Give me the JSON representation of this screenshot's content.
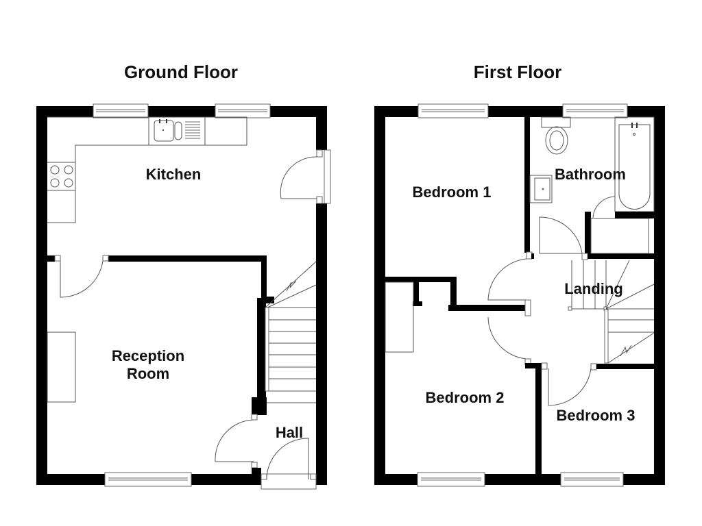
{
  "floors": [
    {
      "title": "Ground Floor",
      "rooms": [
        {
          "name": "Kitchen"
        },
        {
          "name": "Reception",
          "line2": "Room"
        },
        {
          "name": "Hall"
        }
      ]
    },
    {
      "title": "First Floor",
      "rooms": [
        {
          "name": "Bedroom 1"
        },
        {
          "name": "Bathroom"
        },
        {
          "name": "Landing"
        },
        {
          "name": "Bedroom 2"
        },
        {
          "name": "Bedroom 3"
        }
      ]
    }
  ],
  "colors": {
    "wall": "#000000",
    "line": "#555555",
    "background": "#ffffff"
  }
}
